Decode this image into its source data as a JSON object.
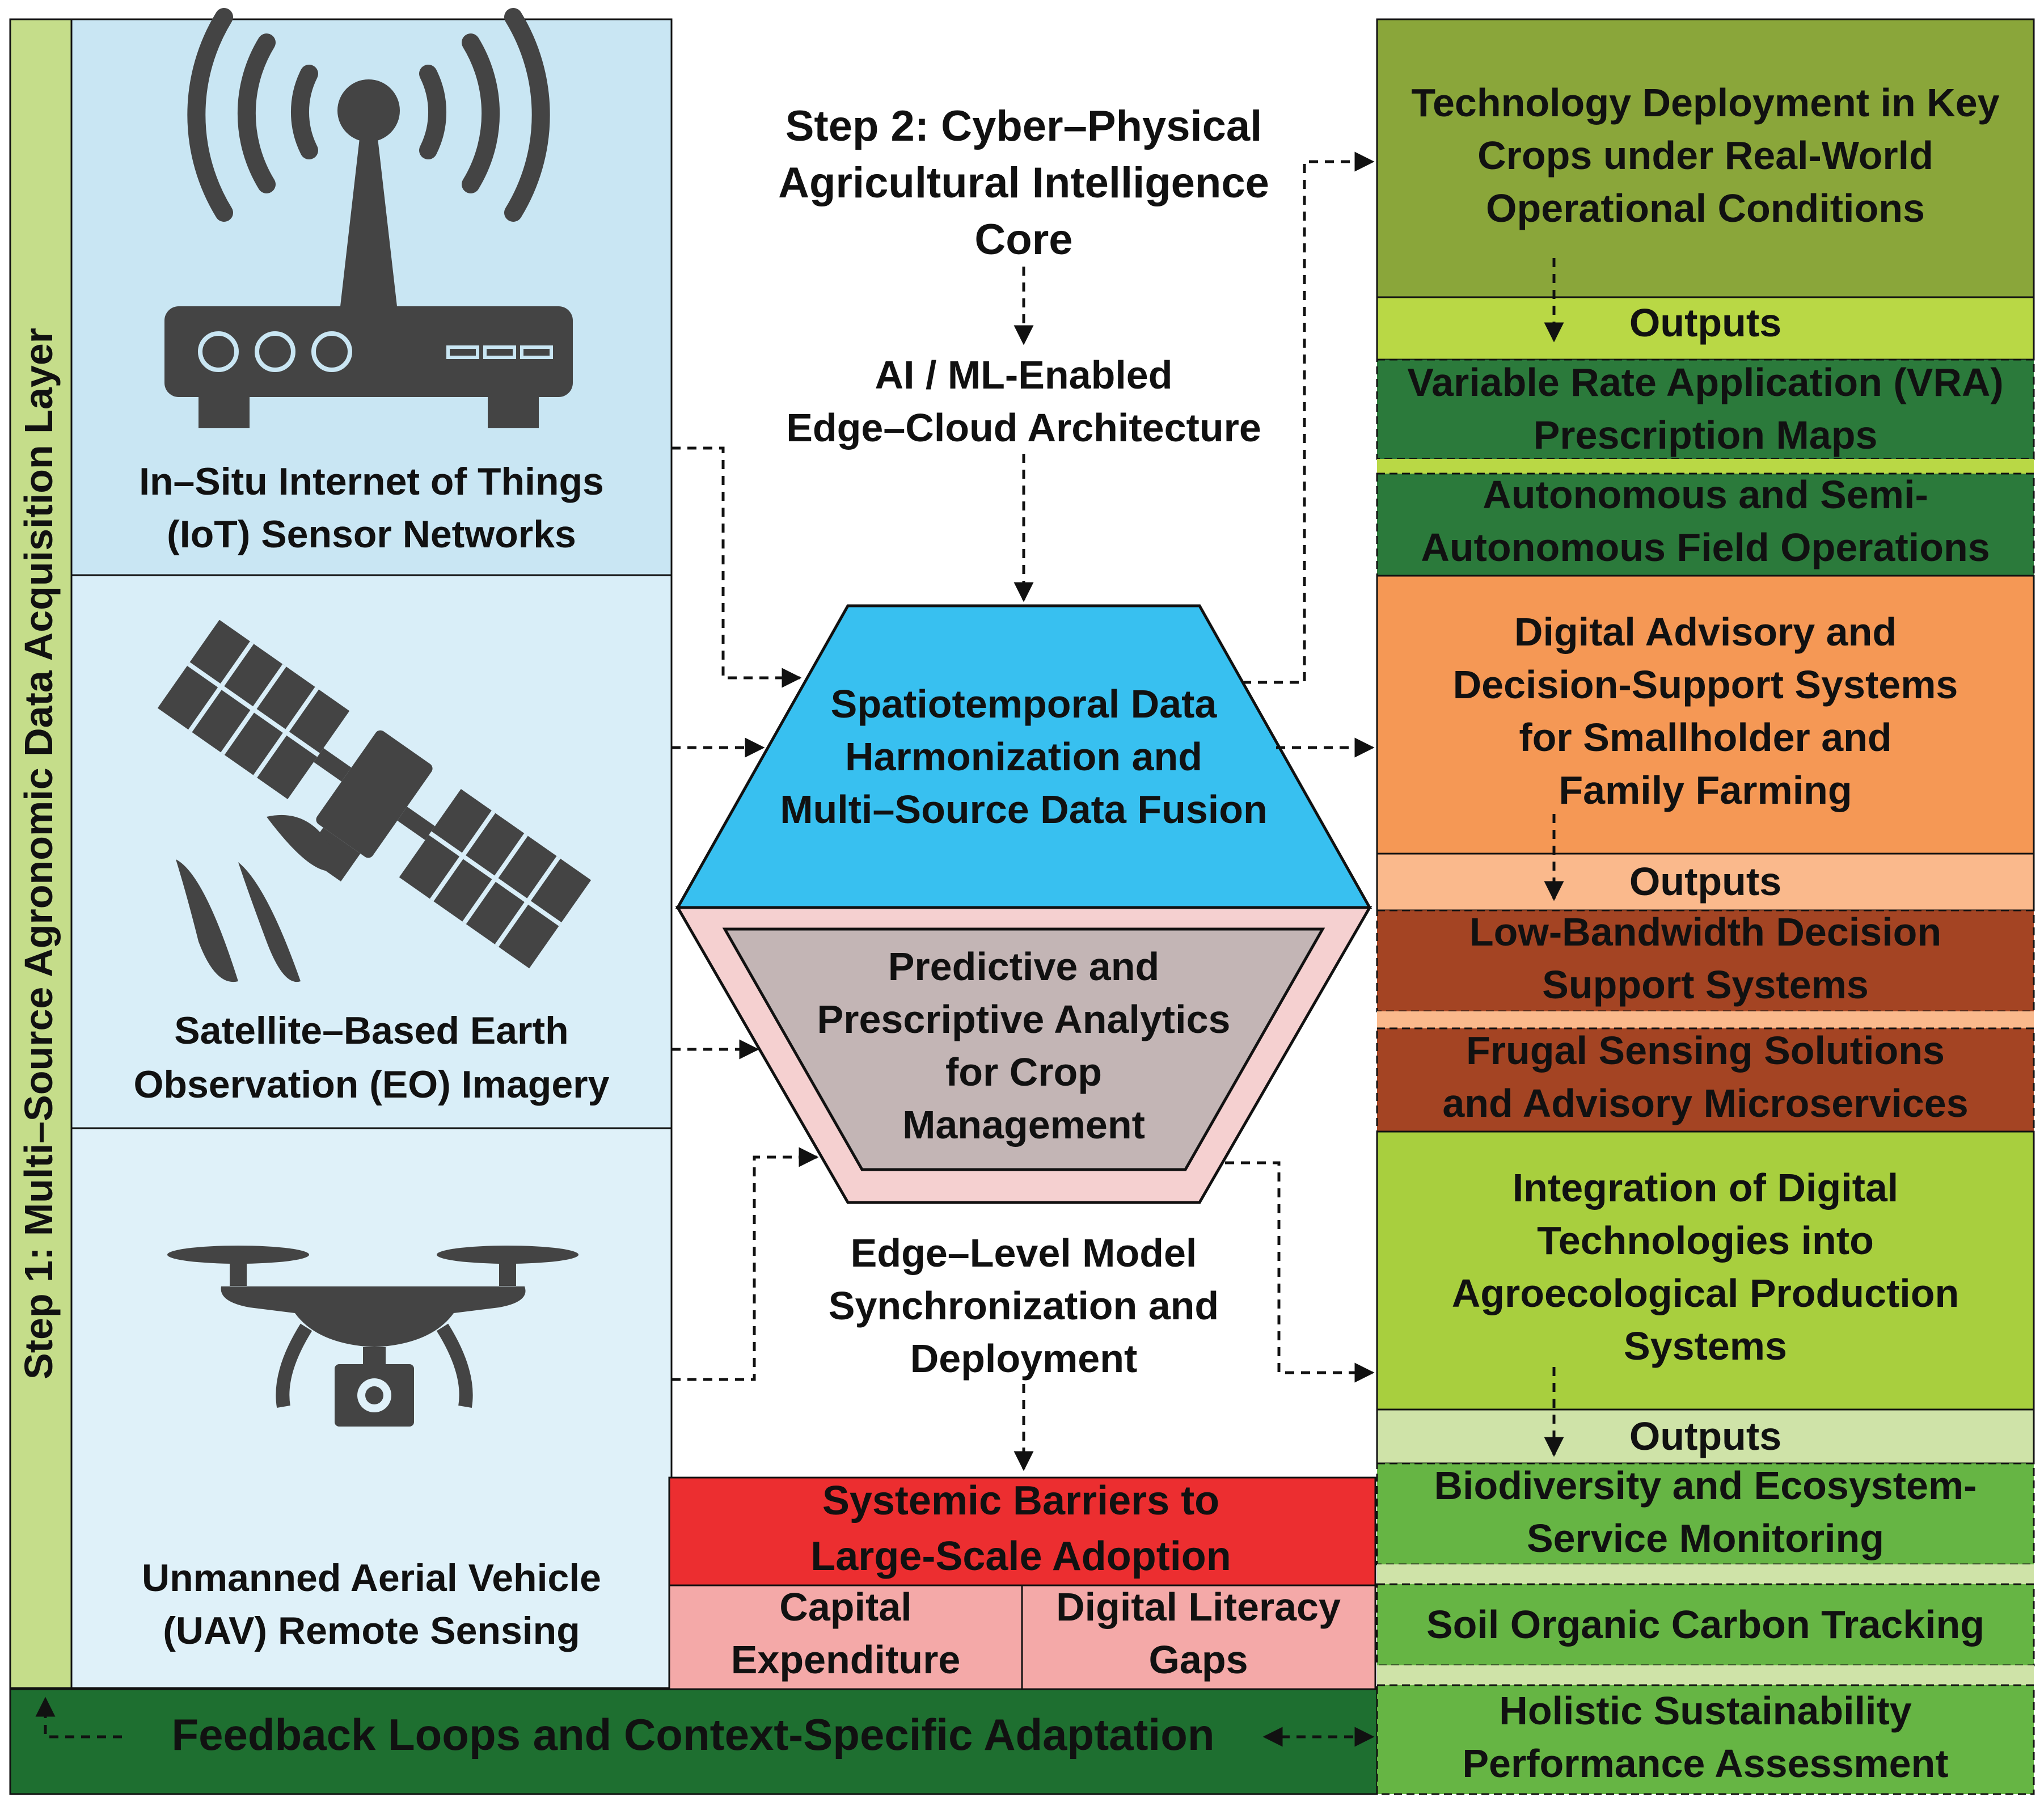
{
  "step1": {
    "label": "Step 1: Multi–Source Agronomic Data Acquisition Layer"
  },
  "sources": {
    "iot": {
      "line1": "In–Situ Internet of Things",
      "line2": "(IoT) Sensor Networks",
      "icon": "router-antenna-icon"
    },
    "satellite": {
      "line1": "Satellite–Based Earth",
      "line2": "Observation (EO) Imagery",
      "icon": "satellite-icon"
    },
    "uav": {
      "line1": "Unmanned Aerial Vehicle",
      "line2": "(UAV) Remote Sensing",
      "icon": "drone-icon"
    }
  },
  "core": {
    "title1": "Step 2: Cyber–Physical",
    "title2": "Agricultural Intelligence",
    "title3": "Core",
    "arch1": "AI / ML-Enabled",
    "arch2": "Edge–Cloud Architecture",
    "fusion1": "Spatiotemporal Data",
    "fusion2": "Harmonization and",
    "fusion3": "Multi–Source Data Fusion",
    "pred1": "Predictive and",
    "pred2": "Prescriptive Analytics",
    "pred3": "for Crop",
    "pred4": "Management",
    "edge1": "Edge–Level Model",
    "edge2": "Synchronization and",
    "edge3": "Deployment"
  },
  "barriers": {
    "title1": "Systemic Barriers to",
    "title2": "Large-Scale Adoption",
    "capex1": "Capital",
    "capex2": "Expenditure",
    "literacy1": "Digital Literacy",
    "literacy2": "Gaps"
  },
  "feedback": {
    "label": "Feedback Loops and Context-Specific Adaptation"
  },
  "right": {
    "deploy1": "Technology Deployment in Key",
    "deploy2": "Crops under Real-World",
    "deploy3": "Operational Conditions",
    "outputs_a": "Outputs",
    "vra1": "Variable Rate Application (VRA)",
    "vra2": "Prescription Maps",
    "auto1": "Autonomous and Semi-",
    "auto2": "Autonomous Field Operations",
    "advisory1": "Digital Advisory and",
    "advisory2": "Decision-Support Systems",
    "advisory3": "for Smallholder and",
    "advisory4": "Family Farming",
    "outputs_b": "Outputs",
    "lowbw1": "Low-Bandwidth Decision",
    "lowbw2": "Support Systems",
    "frugal1": "Frugal Sensing Solutions",
    "frugal2": "and Advisory Microservices",
    "integ1": "Integration of Digital",
    "integ2": "Technologies into",
    "integ3": "Agroecological Production",
    "integ4": "Systems",
    "outputs_c": "Outputs",
    "bio1": "Biodiversity and Ecosystem-",
    "bio2": "Service Monitoring",
    "soil": "Soil Organic Carbon Tracking",
    "holistic1": "Holistic Sustainability",
    "holistic2": "Performance Assessment"
  },
  "colors": {
    "step1_bar": "#c5dd8a",
    "iot_bg": "#c9e6f3",
    "sat_bg": "#d9eef8",
    "uav_bg": "#dff1f9",
    "fusion": "#38c0f0",
    "pred_outer": "#f5d0d0",
    "pred_inner": "#c3b5b5",
    "barrier_red": "#ec2e30",
    "barrier_pink": "#f4a9a8",
    "feedback": "#1e6f30",
    "deploy": "#8aa63a",
    "outputs_a": "#b9d845",
    "vra": "#2b7a3b",
    "advisory": "#f59855",
    "outputs_b": "#fab98c",
    "lowbw": "#a44423",
    "integ": "#a8cf3e",
    "outputs_c": "#cfe3a8",
    "bio": "#66b544",
    "icon": "#444444"
  }
}
